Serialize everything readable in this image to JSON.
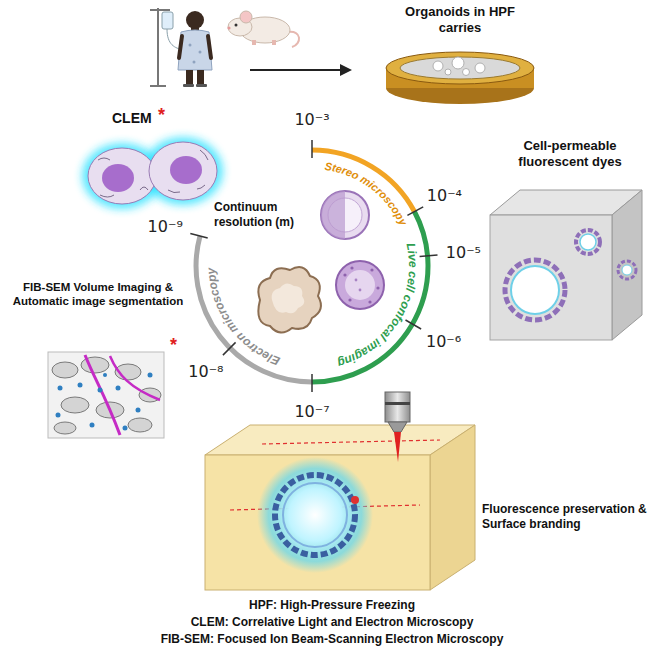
{
  "diagram": {
    "labels": [
      "Organoids in HPF carries",
      "CLEM",
      "*",
      "10⁻³",
      "Stereo microscopy",
      "10⁻⁴",
      "Cell-permeable fluorescent dyes",
      "Continuum resolution (m)",
      "10⁻⁵",
      "Live cell confocal imaging",
      "10⁻⁹",
      "FIB-SEM Volume Imaging & Automatic image segmentation",
      "*",
      "Electron microscopy",
      "10⁻⁶",
      "10⁻⁸",
      "10⁻⁷",
      "Fluorescence preservation & Surface branding",
      "HPF: High-Pressure Freezing",
      "CLEM: Correlative Light and Electron Microscopy",
      "FIB-SEM: Focused Ion Beam-Scanning Electron Microscopy"
    ]
  }
}
